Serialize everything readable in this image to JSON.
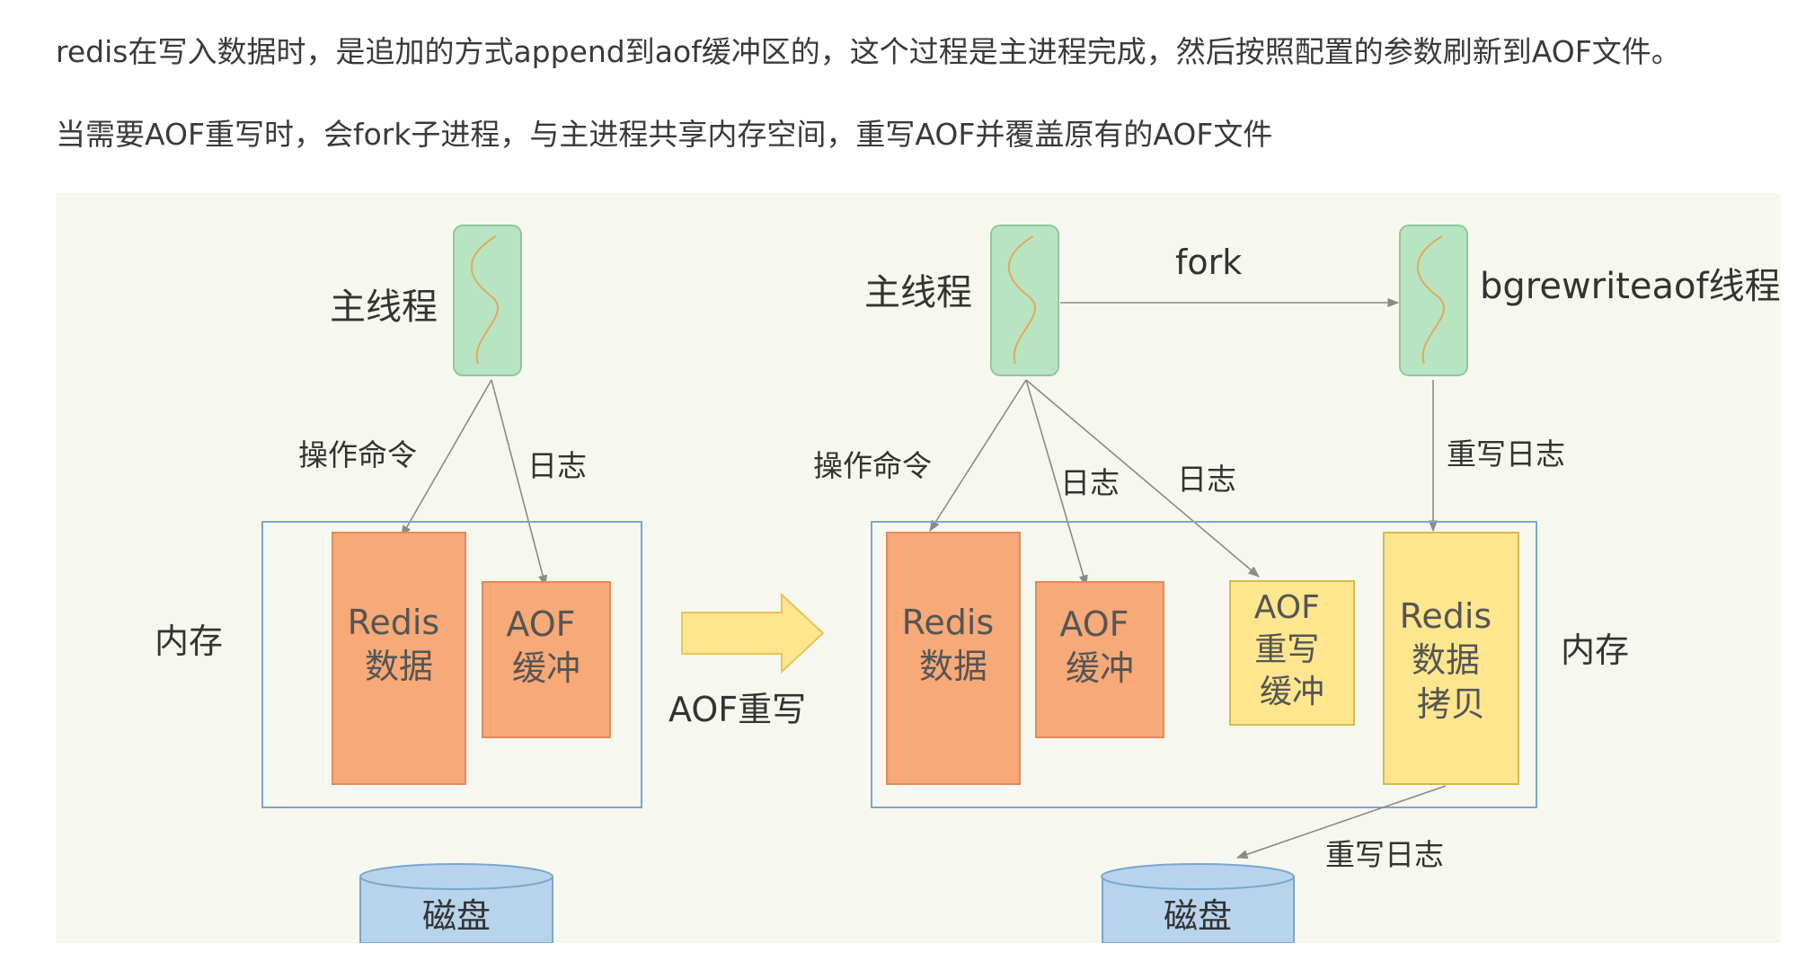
{
  "paragraphs": [
    "redis在写入数据时，是追加的方式append到aof缓冲区的，这个过程是主进程完成，然后按照配置的参数刷新到AOF文件。",
    "当需要AOF重写时，会fork子进程，与主进程共享内存空间，重写AOF并覆盖原有的AOF文件"
  ],
  "colors": {
    "canvas_bg": "#f6f8ef",
    "thread_fill": "#b9e4c2",
    "thread_stroke": "#8fc79f",
    "squiggle": "#e2a95a",
    "orange_fill": "#f7a977",
    "orange_stroke": "#e38a5b",
    "yellow_fill": "#fde68e",
    "yellow_stroke": "#d9b94f",
    "memory_border": "#7fa4c8",
    "disk_fill": "#b8d4ec",
    "disk_stroke": "#7aa6cf",
    "arrow_fill": "#fde68e",
    "arrow_stroke": "#e8c35a",
    "line": "#8a8a8a"
  },
  "left": {
    "thread_label": "主线程",
    "cmd_label": "操作命令",
    "log_label": "日志",
    "memory_label": "内存",
    "redis_box": [
      "Redis",
      "数据"
    ],
    "aof_box": [
      "AOF",
      "缓冲"
    ],
    "disk_label": "磁盘"
  },
  "middle": {
    "rewrite_label": "AOF重写"
  },
  "right": {
    "main_thread_label": "主线程",
    "fork_label": "fork",
    "bg_thread_label": "bgrewriteaof线程",
    "cmd_label": "操作命令",
    "log_label_1": "日志",
    "log_label_2": "日志",
    "rewrite_log_label": "重写日志",
    "memory_label": "内存",
    "redis_box": [
      "Redis",
      "数据"
    ],
    "aof_box": [
      "AOF",
      "缓冲"
    ],
    "aof_rewrite_box": [
      "AOF",
      "重写",
      "缓冲"
    ],
    "copy_box": [
      "Redis",
      "数据",
      "拷贝"
    ],
    "rewrite_log_bottom_label": "重写日志",
    "disk_label": "磁盘"
  }
}
